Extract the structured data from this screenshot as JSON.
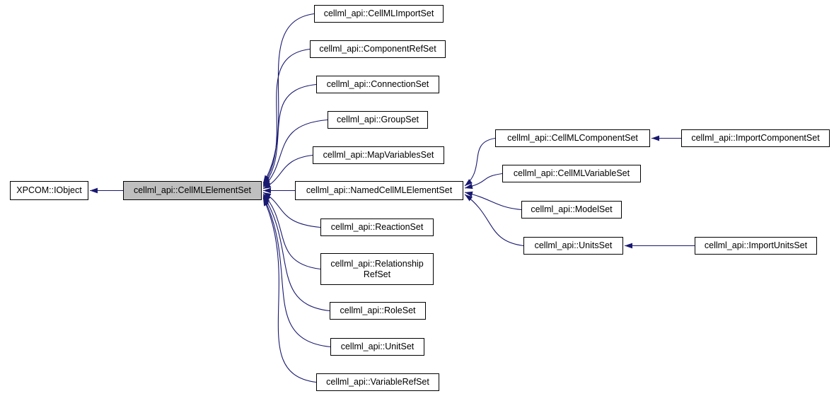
{
  "diagram": {
    "edge_color": "#191970",
    "node_border_color": "#000000",
    "node_fill": "#ffffff",
    "highlight_fill": "#bfbfbf",
    "nodes": {
      "iobject": {
        "label": "XPCOM::IObject"
      },
      "element_set": {
        "label": "cellml_api::CellMLElementSet"
      },
      "import_set": {
        "label": "cellml_api::CellMLImportSet"
      },
      "component_ref_set": {
        "label": "cellml_api::ComponentRefSet"
      },
      "connection_set": {
        "label": "cellml_api::ConnectionSet"
      },
      "group_set": {
        "label": "cellml_api::GroupSet"
      },
      "map_variables_set": {
        "label": "cellml_api::MapVariablesSet"
      },
      "named_element_set": {
        "label": "cellml_api::NamedCellMLElementSet"
      },
      "reaction_set": {
        "label": "cellml_api::ReactionSet"
      },
      "relationship_ref_set": {
        "label": "cellml_api::Relationship\nRefSet"
      },
      "role_set": {
        "label": "cellml_api::RoleSet"
      },
      "unit_set": {
        "label": "cellml_api::UnitSet"
      },
      "variable_ref_set": {
        "label": "cellml_api::VariableRefSet"
      },
      "cellml_component_set": {
        "label": "cellml_api::CellMLComponentSet"
      },
      "cellml_variable_set": {
        "label": "cellml_api::CellMLVariableSet"
      },
      "model_set": {
        "label": "cellml_api::ModelSet"
      },
      "units_set": {
        "label": "cellml_api::UnitsSet"
      },
      "import_component_set": {
        "label": "cellml_api::ImportComponentSet"
      },
      "import_units_set": {
        "label": "cellml_api::ImportUnitsSet"
      }
    },
    "edges": [
      {
        "from": "element_set",
        "to": "iobject",
        "relation": "inherits"
      },
      {
        "from": "import_set",
        "to": "element_set",
        "relation": "inherits"
      },
      {
        "from": "component_ref_set",
        "to": "element_set",
        "relation": "inherits"
      },
      {
        "from": "connection_set",
        "to": "element_set",
        "relation": "inherits"
      },
      {
        "from": "group_set",
        "to": "element_set",
        "relation": "inherits"
      },
      {
        "from": "map_variables_set",
        "to": "element_set",
        "relation": "inherits"
      },
      {
        "from": "named_element_set",
        "to": "element_set",
        "relation": "inherits"
      },
      {
        "from": "reaction_set",
        "to": "element_set",
        "relation": "inherits"
      },
      {
        "from": "relationship_ref_set",
        "to": "element_set",
        "relation": "inherits"
      },
      {
        "from": "role_set",
        "to": "element_set",
        "relation": "inherits"
      },
      {
        "from": "unit_set",
        "to": "element_set",
        "relation": "inherits"
      },
      {
        "from": "variable_ref_set",
        "to": "element_set",
        "relation": "inherits"
      },
      {
        "from": "cellml_component_set",
        "to": "named_element_set",
        "relation": "inherits"
      },
      {
        "from": "cellml_variable_set",
        "to": "named_element_set",
        "relation": "inherits"
      },
      {
        "from": "model_set",
        "to": "named_element_set",
        "relation": "inherits"
      },
      {
        "from": "units_set",
        "to": "named_element_set",
        "relation": "inherits"
      },
      {
        "from": "import_component_set",
        "to": "cellml_component_set",
        "relation": "inherits"
      },
      {
        "from": "import_units_set",
        "to": "units_set",
        "relation": "inherits"
      }
    ]
  }
}
